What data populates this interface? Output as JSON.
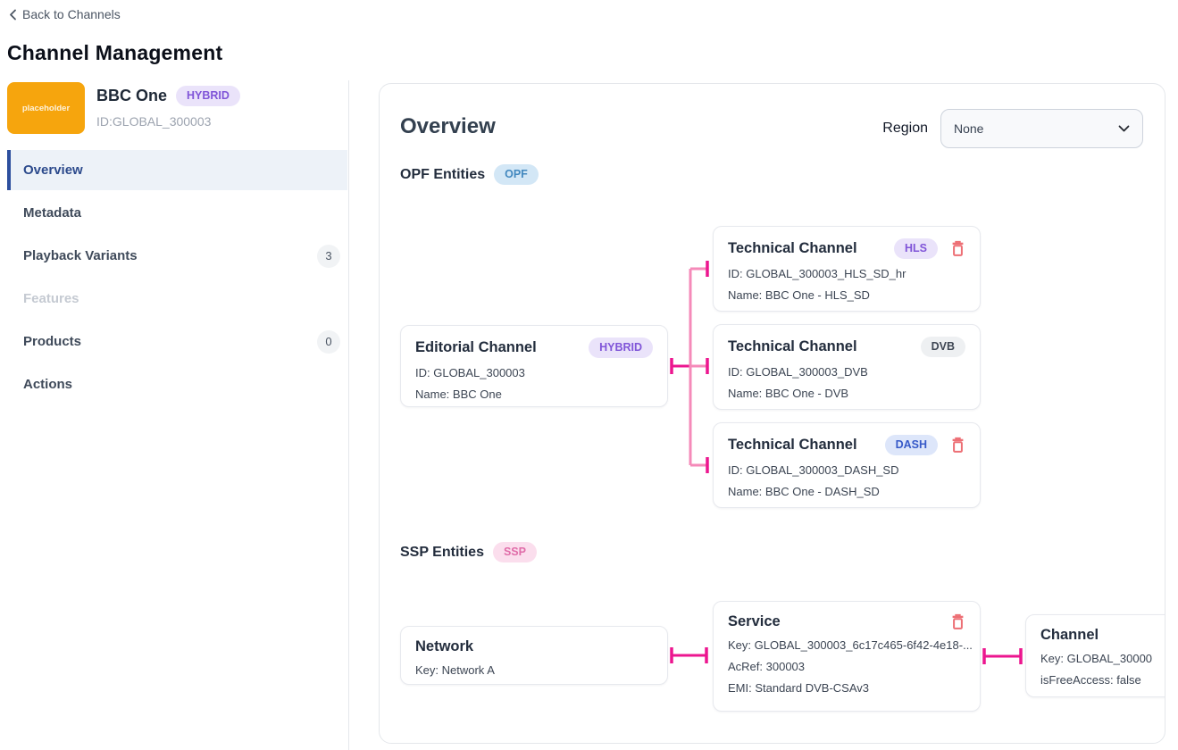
{
  "page": {
    "back_link": "Back to Channels",
    "title": "Channel Management"
  },
  "channel": {
    "logo_text": "placeholder",
    "name": "BBC One",
    "type_badge": "HYBRID",
    "id": "ID:GLOBAL_300003"
  },
  "sidebar": {
    "items": [
      {
        "label": "Overview",
        "active": true
      },
      {
        "label": "Metadata"
      },
      {
        "label": "Playback Variants",
        "badge": "3"
      },
      {
        "label": "Features",
        "disabled": true
      },
      {
        "label": "Products",
        "badge": "0"
      },
      {
        "label": "Actions"
      }
    ]
  },
  "main": {
    "heading": "Overview",
    "region": {
      "label": "Region",
      "value": "None"
    },
    "opf_section": {
      "title": "OPF Entities",
      "badge": "OPF"
    },
    "ssp_section": {
      "title": "SSP Entities",
      "badge": "SSP"
    },
    "cards": {
      "editorial": {
        "title": "Editorial Channel",
        "badge": "HYBRID",
        "lines": [
          "ID: GLOBAL_300003",
          "Name: BBC One"
        ]
      },
      "hls": {
        "title": "Technical Channel",
        "badge": "HLS",
        "lines": [
          "ID: GLOBAL_300003_HLS_SD_hr",
          "Name: BBC One - HLS_SD"
        ]
      },
      "dvb": {
        "title": "Technical Channel",
        "badge": "DVB",
        "lines": [
          "ID: GLOBAL_300003_DVB",
          "Name: BBC One - DVB"
        ]
      },
      "dash": {
        "title": "Technical Channel",
        "badge": "DASH",
        "lines": [
          "ID: GLOBAL_300003_DASH_SD",
          "Name: BBC One - DASH_SD"
        ]
      },
      "network": {
        "title": "Network",
        "lines": [
          "Key: Network A"
        ]
      },
      "service": {
        "title": "Service",
        "lines": [
          "Key: GLOBAL_300003_6c17c465-6f42-4e18-...",
          "AcRef: 300003",
          "EMI: Standard DVB-CSAv3"
        ]
      },
      "channel": {
        "title": "Channel",
        "lines": [
          "Key: GLOBAL_30000",
          "isFreeAccess: false"
        ]
      }
    }
  },
  "colors": {
    "connector_dark": "#ec168f",
    "connector_light": "#f58ab9",
    "trash_red": "#ed6f75",
    "active_nav_blue": "#2d4f9e",
    "logo_orange": "#f6a50d"
  }
}
